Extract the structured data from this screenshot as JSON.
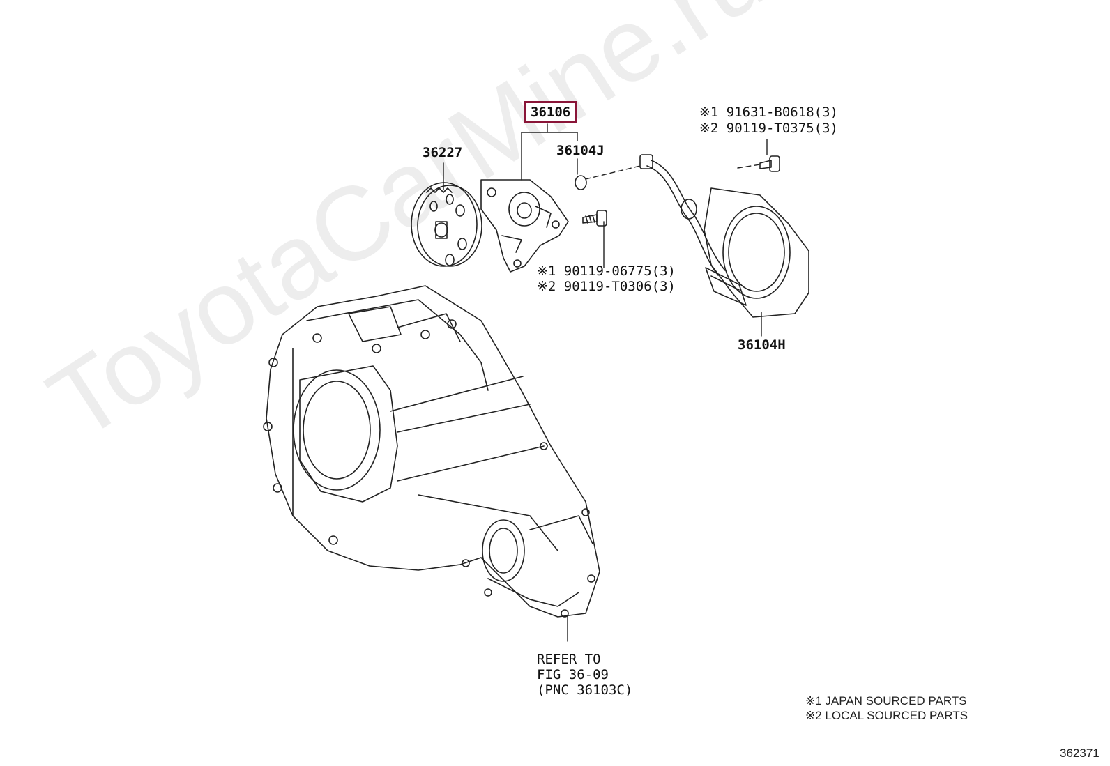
{
  "watermark": "ToyotaCarMine.ru",
  "highlight_color": "#8a1538",
  "parts": {
    "p36106": "36106",
    "p36227": "36227",
    "p36104J": "36104J",
    "p36104H": "36104H"
  },
  "bolt_top": {
    "line1": "※1 91631-B0618(3)",
    "line2": "※2 90119-T0375(3)"
  },
  "bolt_mid": {
    "line1": "※1 90119-06775(3)",
    "line2": "※2 90119-T0306(3)"
  },
  "refer": {
    "line1": "REFER TO",
    "line2": "FIG 36-09",
    "line3": "(PNC 36103C)"
  },
  "legend": {
    "line1": "※1 JAPAN SOURCED PARTS",
    "line2": "※2 LOCAL SOURCED PARTS"
  },
  "figure_number": "362371"
}
